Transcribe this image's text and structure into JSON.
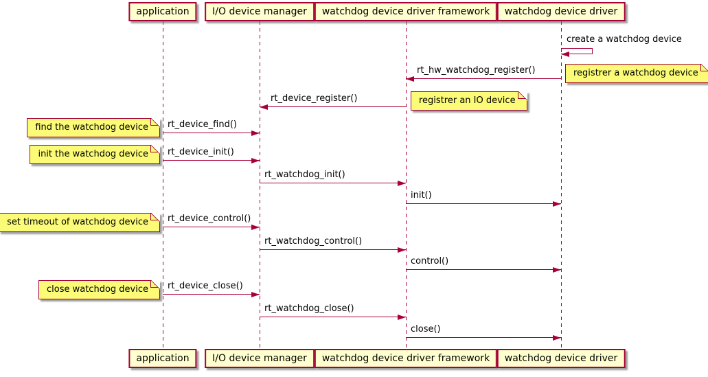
{
  "diagram": {
    "type": "uml-sequence-diagram",
    "participants": [
      {
        "id": "application",
        "label": "application"
      },
      {
        "id": "io-device-manager",
        "label": "I/O device manager"
      },
      {
        "id": "watchdog-framework",
        "label": "watchdog device driver framework"
      },
      {
        "id": "watchdog-driver",
        "label": "watchdog device driver"
      }
    ],
    "messages": [
      {
        "label": "create a watchdog device",
        "from": "watchdog-driver",
        "to": "watchdog-driver",
        "type": "self"
      },
      {
        "label": "rt_hw_watchdog_register()",
        "from": "watchdog-driver",
        "to": "watchdog-framework",
        "type": "call"
      },
      {
        "label": "rt_device_register()",
        "from": "watchdog-framework",
        "to": "io-device-manager",
        "type": "call"
      },
      {
        "label": "rt_device_find()",
        "from": "application",
        "to": "io-device-manager",
        "type": "call"
      },
      {
        "label": "rt_device_init()",
        "from": "application",
        "to": "io-device-manager",
        "type": "call"
      },
      {
        "label": "rt_watchdog_init()",
        "from": "io-device-manager",
        "to": "watchdog-framework",
        "type": "call"
      },
      {
        "label": "init()",
        "from": "watchdog-framework",
        "to": "watchdog-driver",
        "type": "call"
      },
      {
        "label": "rt_device_control()",
        "from": "application",
        "to": "io-device-manager",
        "type": "call"
      },
      {
        "label": "rt_watchdog_control()",
        "from": "io-device-manager",
        "to": "watchdog-framework",
        "type": "call"
      },
      {
        "label": "control()",
        "from": "watchdog-framework",
        "to": "watchdog-driver",
        "type": "call"
      },
      {
        "label": "rt_device_close()",
        "from": "application",
        "to": "io-device-manager",
        "type": "call"
      },
      {
        "label": "rt_watchdog_close()",
        "from": "io-device-manager",
        "to": "watchdog-framework",
        "type": "call"
      },
      {
        "label": "close()",
        "from": "watchdog-framework",
        "to": "watchdog-driver",
        "type": "call"
      }
    ],
    "notes": [
      {
        "label": "registrer a watchdog device",
        "position": "right of watchdog-driver"
      },
      {
        "label": "registrer an IO device",
        "position": "right of watchdog-framework"
      },
      {
        "label": "find the watchdog device",
        "position": "left of application"
      },
      {
        "label": "init the watchdog device",
        "position": "left of application"
      },
      {
        "label": "set timeout of watchdog device",
        "position": "left of application"
      },
      {
        "label": "close watchdog device",
        "position": "left of application"
      }
    ],
    "colors": {
      "accent": "#A80036",
      "participant_fill": "#FEFECE",
      "note_fill": "#FBFB77",
      "background": "#FFFFFF",
      "text": "#000000"
    }
  }
}
